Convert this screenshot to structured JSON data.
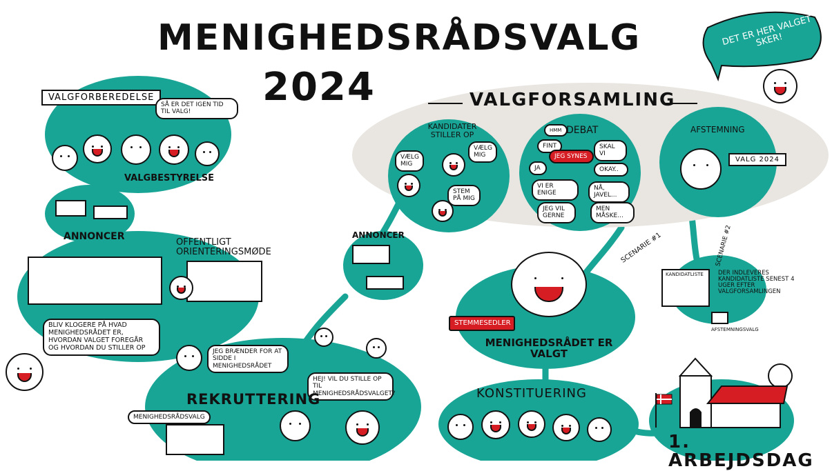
{
  "header": {
    "title_line1": "MENIGHEDSRÅDSVALG",
    "title_line2": "2024"
  },
  "corner_bubble": "DET ER HER VALGET SKER!",
  "prep": {
    "sign": "VALGFORBEREDELSE",
    "bubble": "SÅ ER DET IGEN TID TIL VALG!",
    "label": "VALGBESTYRELSE"
  },
  "announce_left": {
    "label": "ANNONCER"
  },
  "meeting": {
    "title": "OFFENTLIGT ORIENTERINGSMØDE",
    "info": "BLIV KLOGERE PÅ HVAD MENIGHEDSRÅDET ER, HVORDAN VALGET FOREGÅR OG HVORDAN DU STILLER OP"
  },
  "recruit": {
    "label": "REKRUTTERING",
    "bubble1": "JEG BRÆNDER FOR AT SIDDE I MENIGHEDSRÅDET",
    "bubble2": "HEJ! VIL DU STILLE OP TIL MENIGHEDSRÅDSVALGET?",
    "banner": "MENIGHEDSRÅDSVALG"
  },
  "announce_mid": {
    "label": "ANNONCER"
  },
  "assembly": {
    "title": "VALGFORSAMLING",
    "candidates": {
      "title": "KANDIDATER STILLER OP",
      "b1": "VÆLG MIG",
      "b2": "VÆLG MIG",
      "b3": "STEM PÅ MIG"
    },
    "debate": {
      "title": "DEBAT",
      "hmm": "HMM",
      "fint": "FINT",
      "jeg_synes": "JEG SYNES",
      "skal_vi": "SKAL VI",
      "ja": "JA",
      "okay": "OKAY..",
      "vi_er_enige": "VI ER ENIGE",
      "na_javel": "NÅ, JAVEL...",
      "jeg_vil_gerne": "JEG VIL GERNE",
      "men_maske": "MEN MÅSKE..."
    },
    "vote": {
      "title": "AFSTEMNING",
      "sign": "VALG 2024"
    }
  },
  "scenario1": "SCENARIE #1",
  "scenario2": "SCENARIE #2",
  "list": {
    "doc": "KANDIDATLISTE",
    "text": "DER INDLEVERES KANDIDATLISTE SENEST 4 UGER EFTER VALGFORSAMLINGEN",
    "ballot": "AFSTEMNINGSVALG"
  },
  "elected": {
    "ballots": "STEMMESEDLER",
    "label": "MENIGHEDSRÅDET ER VALGT"
  },
  "constitution": {
    "label": "KONSTITUERING"
  },
  "workday": {
    "label": "1. ARBEJDSDAG"
  },
  "colors": {
    "teal": "#19a595",
    "grey": "#e9e6e1",
    "red": "#d71d24",
    "ink": "#111111"
  }
}
